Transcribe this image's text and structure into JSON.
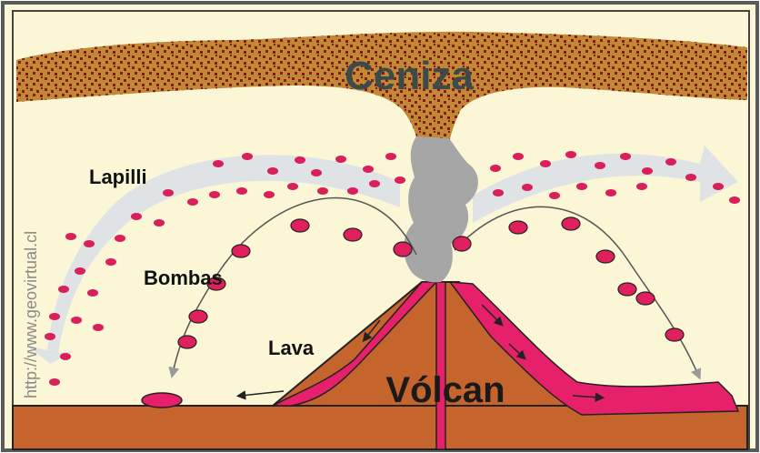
{
  "labels": {
    "ash": "Ceniza",
    "lapilli": "Lapilli",
    "bombs": "Bombas",
    "lava": "Lava",
    "volcano": "Vólcan",
    "watermark": "http://www.geovirtual.cl"
  },
  "colors": {
    "background": "#fbf6d6",
    "ash_cloud": "#c08a34",
    "ash_speckle": "#8a1818",
    "ground": "#c6642d",
    "lava": "#e6206a",
    "smoke": "#a6a6a6",
    "trajectory_band": "#dfe3e6",
    "bomb": "#e0205e",
    "text": "#1a1a1a"
  }
}
